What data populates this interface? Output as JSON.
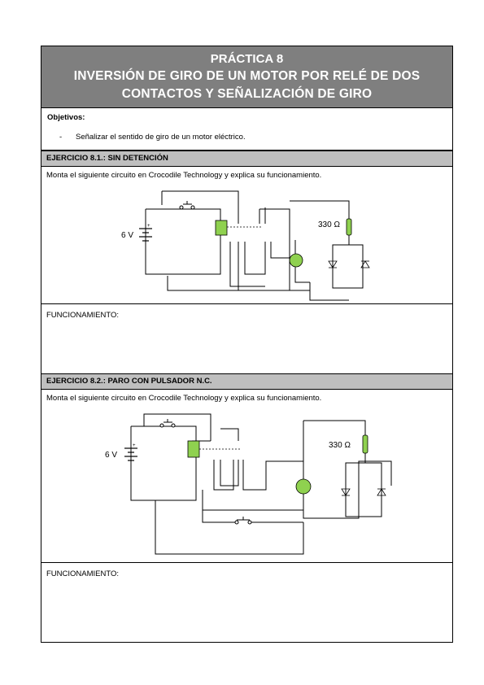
{
  "header": {
    "line1": "PRÁCTICA 8",
    "line2": "INVERSIÓN DE GIRO DE UN MOTOR POR RELÉ DE DOS",
    "line3": "CONTACTOS Y SEÑALIZACIÓN DE GIRO"
  },
  "objetivos": {
    "title": "Objetivos:",
    "bullet": "-",
    "item": "Señalizar el sentido de giro de un motor eléctrico."
  },
  "ex1": {
    "title": "EJERCICIO 8.1.: SIN DETENCIÓN",
    "intro": "Monta el siguiente circuito en Crocodile Technology y explica su funcionamiento.",
    "voltage": "6 V",
    "resistor": "330 Ω",
    "func_label": "FUNCIONAMIENTO:"
  },
  "ex2": {
    "title": "EJERCICIO 8.2.: PARO CON PULSADOR N.C.",
    "intro": "Monta el siguiente circuito en Crocodile Technology y explica su funcionamiento.",
    "voltage": "6 V",
    "resistor": "330 Ω",
    "func_label": "FUNCIONAMIENTO:"
  },
  "colors": {
    "header_bg": "#7f7f7f",
    "exercise_bar": "#bfbfbf",
    "component_green": "#8fd14f"
  }
}
